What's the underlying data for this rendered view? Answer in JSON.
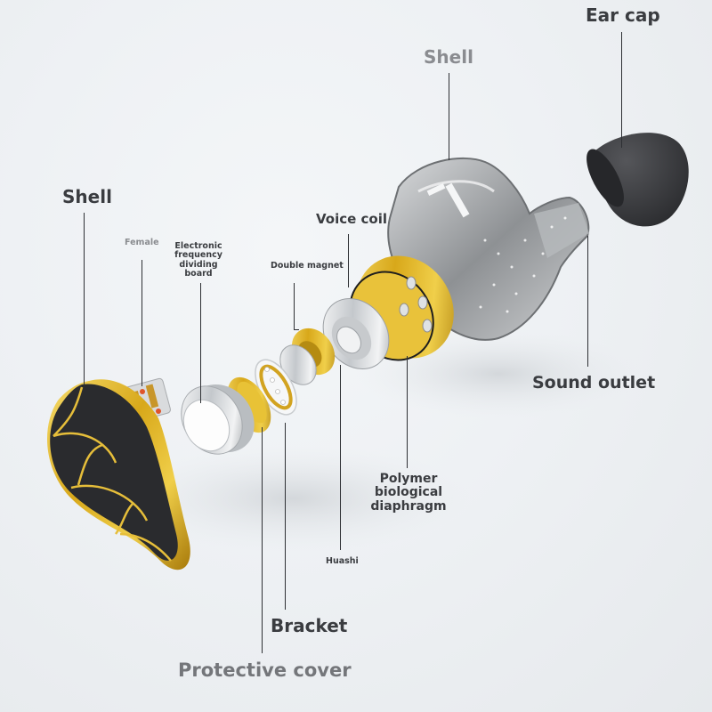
{
  "diagram": {
    "subject": "In-ear monitor earphone exploded view",
    "colors": {
      "background": "#eef1f4",
      "label_dark": "#3a3c40",
      "label_grey": "#8a8c90",
      "leader_line": "#2e3034",
      "gold": "#d4a418",
      "black_faceplate": "#2a2b2e",
      "ear_cap": "#3c3d40"
    },
    "labels": {
      "ear_cap": "Ear cap",
      "shell_top": "Shell",
      "shell_left": "Shell",
      "female": "Female",
      "electronic_board": "Electronic frequency dividing board",
      "electronic_board_lines": [
        "Electronic",
        "frequency",
        "dividing",
        "board"
      ],
      "double_magnet": "Double magnet",
      "voice_coil": "Voice coil",
      "sound_outlet": "Sound outlet",
      "polymer_diaphragm": "Polymer biological diaphragm",
      "polymer_diaphragm_lines": [
        "Polymer",
        "biological",
        "diaphragm"
      ],
      "huashi": "Huashi",
      "bracket": "Bracket",
      "protective_cover": "Protective cover"
    },
    "components": [
      {
        "name": "Shell (faceplate)",
        "material": "black with gold trim"
      },
      {
        "name": "Female",
        "type": "2-pin connector"
      },
      {
        "name": "Electronic frequency dividing board"
      },
      {
        "name": "Protective cover"
      },
      {
        "name": "Bracket"
      },
      {
        "name": "Double magnet"
      },
      {
        "name": "Huashi"
      },
      {
        "name": "Voice coil"
      },
      {
        "name": "Polymer biological diaphragm"
      },
      {
        "name": "Shell (transparent cavity)"
      },
      {
        "name": "Sound outlet"
      },
      {
        "name": "Ear cap"
      }
    ]
  }
}
